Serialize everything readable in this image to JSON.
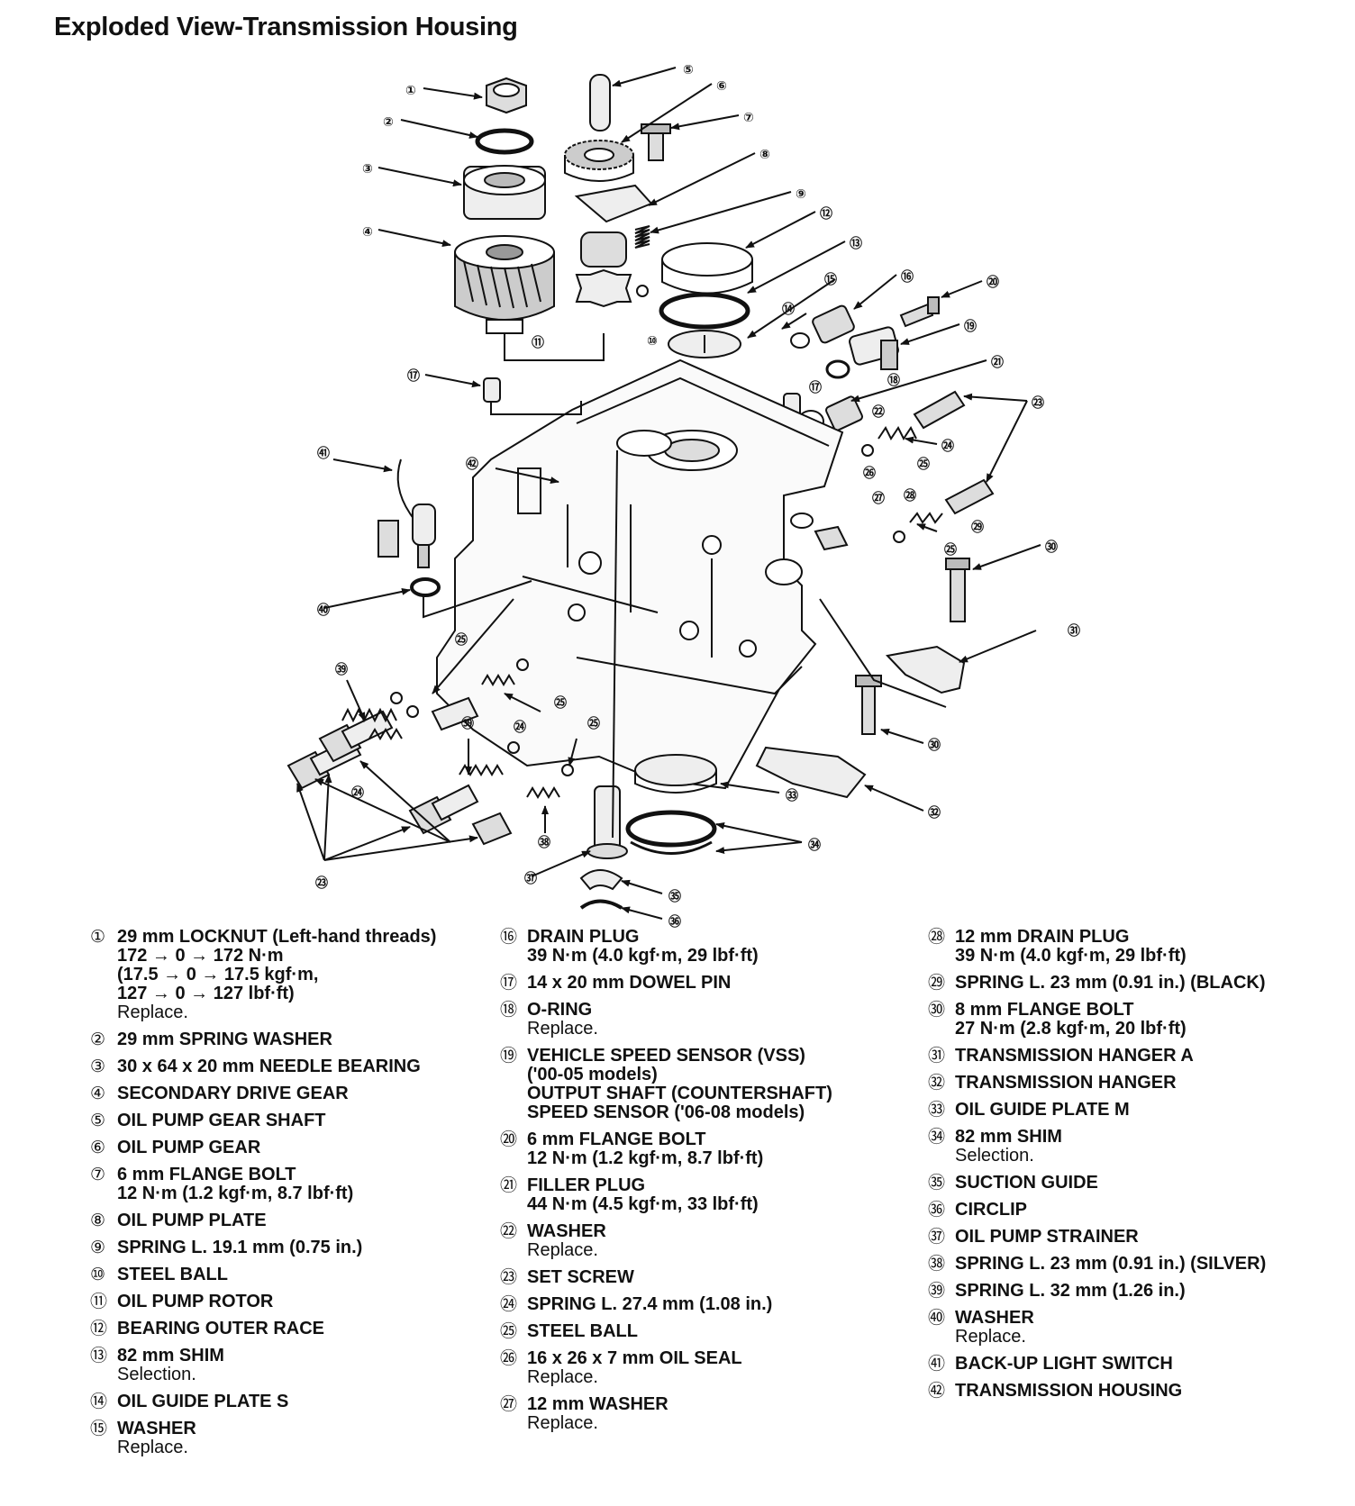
{
  "title": "Exploded View-Transmission Housing",
  "callouts": [
    "①",
    "②",
    "③",
    "④",
    "⑤",
    "⑥",
    "⑦",
    "⑧",
    "⑨",
    "⑩",
    "⑪",
    "⑫",
    "⑬",
    "⑭",
    "⑮",
    "⑯",
    "⑰",
    "⑱",
    "⑲",
    "⑳",
    "㉑",
    "㉒",
    "㉓",
    "㉔",
    "㉕",
    "㉖",
    "㉗",
    "㉘",
    "㉙",
    "㉚",
    "㉛",
    "㉜",
    "㉝",
    "㉞",
    "㉟",
    "㊱",
    "㊲",
    "㊳",
    "㊴",
    "㊵",
    "㊶",
    "㊷"
  ],
  "legend": {
    "col1": [
      {
        "num": "①",
        "lines": [
          "29 mm LOCKNUT (Left-hand threads)",
          "172 → 0 → 172 N·m",
          "(17.5 → 0 → 17.5 kgf·m,",
          "127 → 0 → 127 lbf·ft)"
        ],
        "note": "Replace."
      },
      {
        "num": "②",
        "lines": [
          "29 mm SPRING WASHER"
        ]
      },
      {
        "num": "③",
        "lines": [
          "30 x 64 x 20 mm NEEDLE BEARING"
        ]
      },
      {
        "num": "④",
        "lines": [
          "SECONDARY DRIVE GEAR"
        ]
      },
      {
        "num": "⑤",
        "lines": [
          "OIL PUMP GEAR SHAFT"
        ]
      },
      {
        "num": "⑥",
        "lines": [
          "OIL PUMP GEAR"
        ]
      },
      {
        "num": "⑦",
        "lines": [
          "6 mm FLANGE BOLT",
          "12 N·m (1.2 kgf·m, 8.7 lbf·ft)"
        ]
      },
      {
        "num": "⑧",
        "lines": [
          "OIL PUMP PLATE"
        ]
      },
      {
        "num": "⑨",
        "lines": [
          "SPRING L. 19.1 mm (0.75 in.)"
        ]
      },
      {
        "num": "⑩",
        "lines": [
          "STEEL BALL"
        ]
      },
      {
        "num": "⑪",
        "lines": [
          "OIL PUMP ROTOR"
        ]
      },
      {
        "num": "⑫",
        "lines": [
          "BEARING OUTER RACE"
        ]
      },
      {
        "num": "⑬",
        "lines": [
          "82 mm SHIM"
        ],
        "note": "Selection."
      },
      {
        "num": "⑭",
        "lines": [
          "OIL GUIDE PLATE S"
        ]
      },
      {
        "num": "⑮",
        "lines": [
          "WASHER"
        ],
        "note": "Replace."
      }
    ],
    "col2": [
      {
        "num": "⑯",
        "lines": [
          "DRAIN PLUG",
          "39 N·m (4.0 kgf·m, 29 lbf·ft)"
        ]
      },
      {
        "num": "⑰",
        "lines": [
          "14 x 20 mm DOWEL PIN"
        ]
      },
      {
        "num": "⑱",
        "lines": [
          "O-RING"
        ],
        "note": "Replace."
      },
      {
        "num": "⑲",
        "lines": [
          "VEHICLE SPEED SENSOR (VSS)",
          "('00-05 models)",
          "OUTPUT SHAFT (COUNTERSHAFT)",
          "SPEED SENSOR ('06-08 models)"
        ]
      },
      {
        "num": "⑳",
        "lines": [
          "6 mm FLANGE BOLT",
          "12 N·m (1.2 kgf·m, 8.7 lbf·ft)"
        ]
      },
      {
        "num": "㉑",
        "lines": [
          "FILLER PLUG",
          "44 N·m (4.5 kgf·m, 33 lbf·ft)"
        ]
      },
      {
        "num": "㉒",
        "lines": [
          "WASHER"
        ],
        "note": "Replace."
      },
      {
        "num": "㉓",
        "lines": [
          "SET SCREW"
        ]
      },
      {
        "num": "㉔",
        "lines": [
          "SPRING L. 27.4 mm (1.08 in.)"
        ]
      },
      {
        "num": "㉕",
        "lines": [
          "STEEL BALL"
        ]
      },
      {
        "num": "㉖",
        "lines": [
          "16 x  26 x 7 mm OIL SEAL"
        ],
        "note": "Replace."
      },
      {
        "num": "㉗",
        "lines": [
          "12 mm WASHER"
        ],
        "note": "Replace."
      }
    ],
    "col3": [
      {
        "num": "㉘",
        "lines": [
          "12 mm DRAIN PLUG",
          "39 N·m (4.0 kgf·m, 29 lbf·ft)"
        ]
      },
      {
        "num": "㉙",
        "lines": [
          "SPRING L. 23 mm (0.91 in.) (BLACK)"
        ]
      },
      {
        "num": "㉚",
        "lines": [
          "8 mm FLANGE BOLT",
          "27 N·m (2.8 kgf·m, 20 lbf·ft)"
        ]
      },
      {
        "num": "㉛",
        "lines": [
          "TRANSMISSION HANGER A"
        ]
      },
      {
        "num": "㉜",
        "lines": [
          "TRANSMISSION HANGER"
        ]
      },
      {
        "num": "㉝",
        "lines": [
          "OIL GUIDE PLATE M"
        ]
      },
      {
        "num": "㉞",
        "lines": [
          "82 mm SHIM"
        ],
        "note": "Selection."
      },
      {
        "num": "㉟",
        "lines": [
          "SUCTION GUIDE"
        ]
      },
      {
        "num": "㊱",
        "lines": [
          "CIRCLIP"
        ]
      },
      {
        "num": "㊲",
        "lines": [
          "OIL PUMP STRAINER"
        ]
      },
      {
        "num": "㊳",
        "lines": [
          "SPRING L. 23 mm (0.91 in.) (SILVER)"
        ]
      },
      {
        "num": "㊴",
        "lines": [
          "SPRING L. 32 mm (1.26 in.)"
        ]
      },
      {
        "num": "㊵",
        "lines": [
          "WASHER"
        ],
        "note": "Replace."
      },
      {
        "num": "㊶",
        "lines": [
          "BACK-UP LIGHT SWITCH"
        ]
      },
      {
        "num": "㊷",
        "lines": [
          "TRANSMISSION HOUSING"
        ]
      }
    ]
  }
}
